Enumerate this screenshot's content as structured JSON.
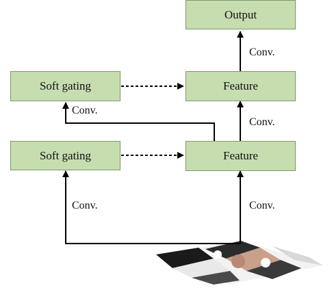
{
  "nodes": {
    "output": "Output",
    "feature_top": "Feature",
    "feature_bottom": "Feature",
    "gating_top": "Soft gating",
    "gating_bottom": "Soft gating"
  },
  "edge_labels": {
    "feature_top_to_output": "Conv.",
    "feature_bottom_to_feature_top": "Conv.",
    "feature_bottom_to_gating_top": "Conv.",
    "image_to_gating_bottom": "Conv.",
    "image_to_feature_bottom": "Conv."
  },
  "colors": {
    "box_fill": "#c6ddb0",
    "box_border": "#7a9a64",
    "arrow": "#000000"
  }
}
